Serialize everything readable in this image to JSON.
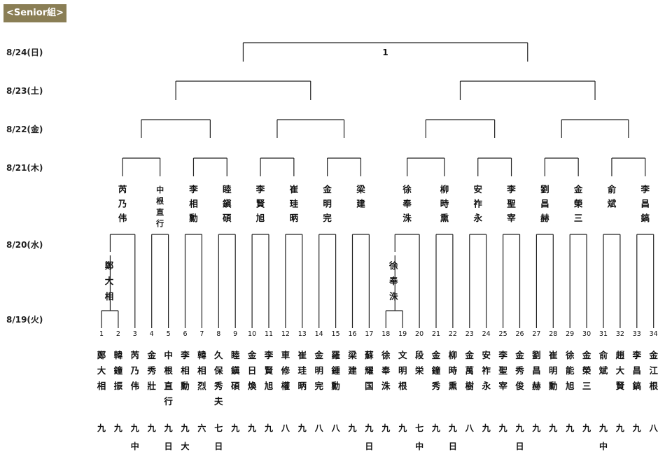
{
  "header": {
    "division_label": "<Senior組>"
  },
  "dates": {
    "r6": "8/24(日)",
    "r5": "8/23(土)",
    "r4": "8/22(金)",
    "r3": "8/21(木)",
    "r2": "8/20(水)",
    "r1": "8/19(火)"
  },
  "final_label": "1",
  "round1_winners": [
    {
      "entry": 1,
      "name": "鄭大相"
    },
    {
      "entry": 18,
      "name": "徐奉洙"
    }
  ],
  "round3_names": [
    "芮乃伟",
    "中根直行",
    "李相勳",
    "睦鎭碩",
    "李賢旭",
    "崔珪昞",
    "金明完",
    "梁建",
    "徐奉洙",
    "柳時熏",
    "安祚永",
    "李聖宰",
    "劉昌赫",
    "金榮三",
    "俞斌",
    "李昌鎬"
  ],
  "players": [
    {
      "no": "1",
      "name": "鄭大相",
      "rank": "九"
    },
    {
      "no": "2",
      "name": "韓鐘振",
      "rank": "九"
    },
    {
      "no": "3",
      "name": "芮乃伟",
      "rank": "九中"
    },
    {
      "no": "4",
      "name": "金秀壯",
      "rank": "九"
    },
    {
      "no": "5",
      "name": "中根直行",
      "rank": "九日"
    },
    {
      "no": "6",
      "name": "李相勳",
      "rank": "九大"
    },
    {
      "no": "7",
      "name": "韓相烈",
      "rank": "六"
    },
    {
      "no": "8",
      "name": "久保秀夫",
      "rank": "七日"
    },
    {
      "no": "9",
      "name": "睦鎭碩",
      "rank": "九"
    },
    {
      "no": "10",
      "name": "金日煥",
      "rank": "九"
    },
    {
      "no": "11",
      "name": "李賢旭",
      "rank": "九"
    },
    {
      "no": "12",
      "name": "車修權",
      "rank": "八"
    },
    {
      "no": "13",
      "name": "崔珪昞",
      "rank": "九"
    },
    {
      "no": "14",
      "name": "金明完",
      "rank": "八"
    },
    {
      "no": "15",
      "name": "羅鍾勳",
      "rank": "八"
    },
    {
      "no": "16",
      "name": "梁建",
      "rank": "九"
    },
    {
      "no": "17",
      "name": "蘇耀国",
      "rank": "九日"
    },
    {
      "no": "18",
      "name": "徐奉洙",
      "rank": "九"
    },
    {
      "no": "19",
      "name": "文明根",
      "rank": "九"
    },
    {
      "no": "20",
      "name": "段栄",
      "rank": "七中"
    },
    {
      "no": "21",
      "name": "金鐘秀",
      "rank": "九"
    },
    {
      "no": "22",
      "name": "柳時熏",
      "rank": "九日"
    },
    {
      "no": "23",
      "name": "金萬樹",
      "rank": "八"
    },
    {
      "no": "24",
      "name": "安祚永",
      "rank": "九"
    },
    {
      "no": "25",
      "name": "李聖宰",
      "rank": "九"
    },
    {
      "no": "26",
      "name": "金秀俊",
      "rank": "九日"
    },
    {
      "no": "27",
      "name": "劉昌赫",
      "rank": "九"
    },
    {
      "no": "28",
      "name": "崔明勳",
      "rank": "九"
    },
    {
      "no": "29",
      "name": "徐能旭",
      "rank": "九"
    },
    {
      "no": "30",
      "name": "金榮三",
      "rank": "九"
    },
    {
      "no": "31",
      "name": "俞斌",
      "rank": "九中"
    },
    {
      "no": "32",
      "name": "趙大賢",
      "rank": "九"
    },
    {
      "no": "33",
      "name": "李昌鎬",
      "rank": "九"
    },
    {
      "no": "34",
      "name": "金江根",
      "rank": "八"
    }
  ]
}
